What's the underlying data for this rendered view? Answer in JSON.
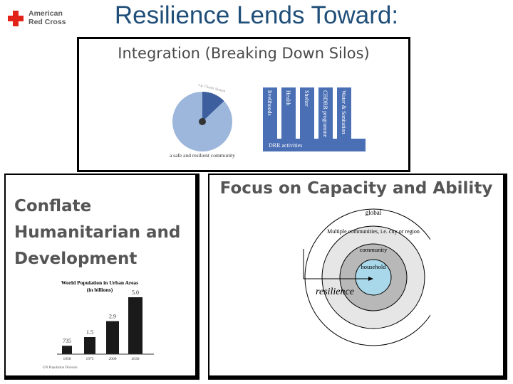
{
  "header": {
    "title": "Resilience Lends Toward:",
    "logo": {
      "line1": "American",
      "line2": "Red Cross",
      "accent": "#e2231a"
    }
  },
  "panel_integration": {
    "title": "Integration (Breaking Down Silos)",
    "pie_top_label": "e.g. Cluster System",
    "pie_bottom_label": "a safe and resilient community",
    "bars": [
      "livelihoods",
      "Health",
      "Shelter",
      "CBDRR programme",
      "Water & Sanitation"
    ],
    "base_label": "DRR activities",
    "colors": {
      "pie_light": "#9db6dc",
      "pie_dark": "#3d5f9e",
      "bars": "#4a6fb5"
    }
  },
  "panel_conflate": {
    "title": "Conflate Humanitarian and Development",
    "chart": {
      "title_line1": "World Population in Urban Areas",
      "title_line2": "(in billions)",
      "source": "UN Population Division",
      "categories": [
        "1950",
        "1975",
        "2000",
        "2030"
      ],
      "values": [
        0.735,
        1.5,
        2.9,
        5.0
      ],
      "value_labels": [
        "735",
        "1.5",
        "2.9",
        "5.0"
      ]
    }
  },
  "panel_capacity": {
    "title": "Focus on Capacity and Ability",
    "rings": [
      "global",
      "Multiple communities, i.e. city or region",
      "community",
      "household"
    ],
    "arrow_label": "resilience",
    "colors": {
      "outer": "#ffffff",
      "ring2": "#e6e6e6",
      "ring3": "#b8b8b8",
      "core": "#a8d8ea"
    }
  }
}
